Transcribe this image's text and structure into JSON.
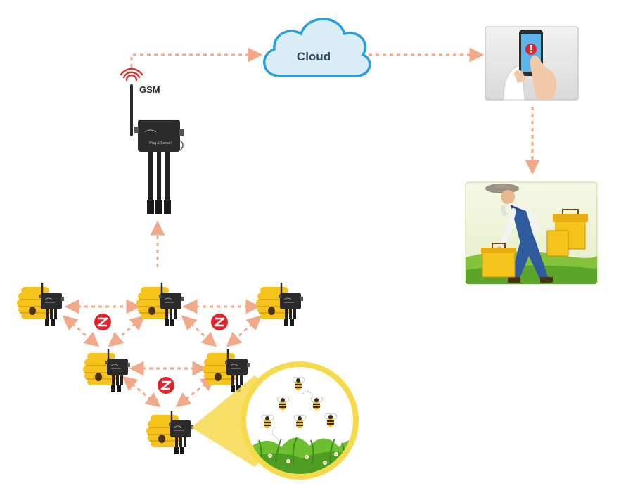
{
  "labels": {
    "cloud": "Cloud",
    "gsm": "GSM",
    "gateway_brand": "Plug & Sense!"
  },
  "colors": {
    "arrow": "#f2a98a",
    "cloud_fill": "#dbeef8",
    "cloud_stroke": "#2a9fd8",
    "cloud_text": "#2e4a5f",
    "hive": "#f6c31c",
    "hive_dark": "#d99e0e",
    "device": "#2b2b2b",
    "zigbee": "#e2232a",
    "signal": "#d9322d",
    "meadow_ring": "#f7d94c",
    "grass": "#6cbf2e"
  },
  "icons": {
    "cloud": "cloud-icon",
    "phone": "phone-alert-icon",
    "zigbee": "zigbee-icon",
    "signal": "gsm-signal-icon",
    "beekeeper": "beekeeper-scene",
    "hive": "beehive-icon"
  }
}
